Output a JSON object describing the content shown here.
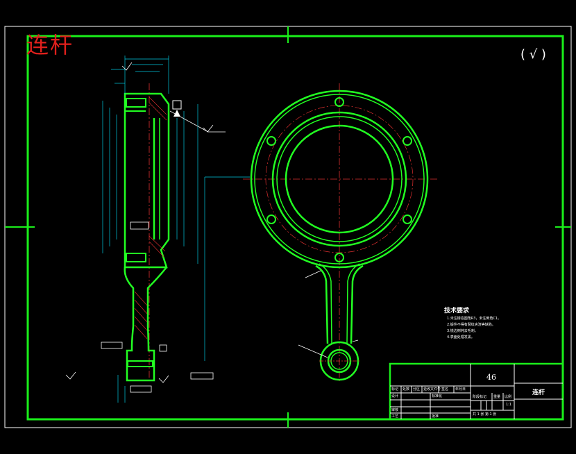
{
  "drawing": {
    "title_overlay": "连杆",
    "part_name": "连杆",
    "scale_number": "46",
    "roughness_note": "( √ )",
    "colors": {
      "background": "#000000",
      "border": "#ffffff",
      "frame": "#1aef1a",
      "outline": "#22ff22",
      "dimension": "#00c8e0",
      "centerline": "#e03030",
      "title_red": "#e0201c",
      "text": "#ffffff"
    },
    "tech_requirements": {
      "title": "技术要求",
      "lines": [
        "1.未注铸造圆角R3，未注倒角C1。",
        "2.锻件不得有裂纹夹渣等缺陷。",
        "3.锐边倒钝去毛刺。",
        "4.表面处理发黑。"
      ]
    },
    "title_block": {
      "row_labels": [
        "标记",
        "处数",
        "分区",
        "更改文件号",
        "签名",
        "年月日"
      ],
      "design": "设计",
      "standardization": "标准化",
      "stage_mark": "阶段标记",
      "weight": "重量",
      "ratio": "比例",
      "ratio_value": "1:1",
      "review": "审核",
      "process": "工艺",
      "approve": "批准",
      "sheets": "共 1 张  第 1 张"
    }
  }
}
